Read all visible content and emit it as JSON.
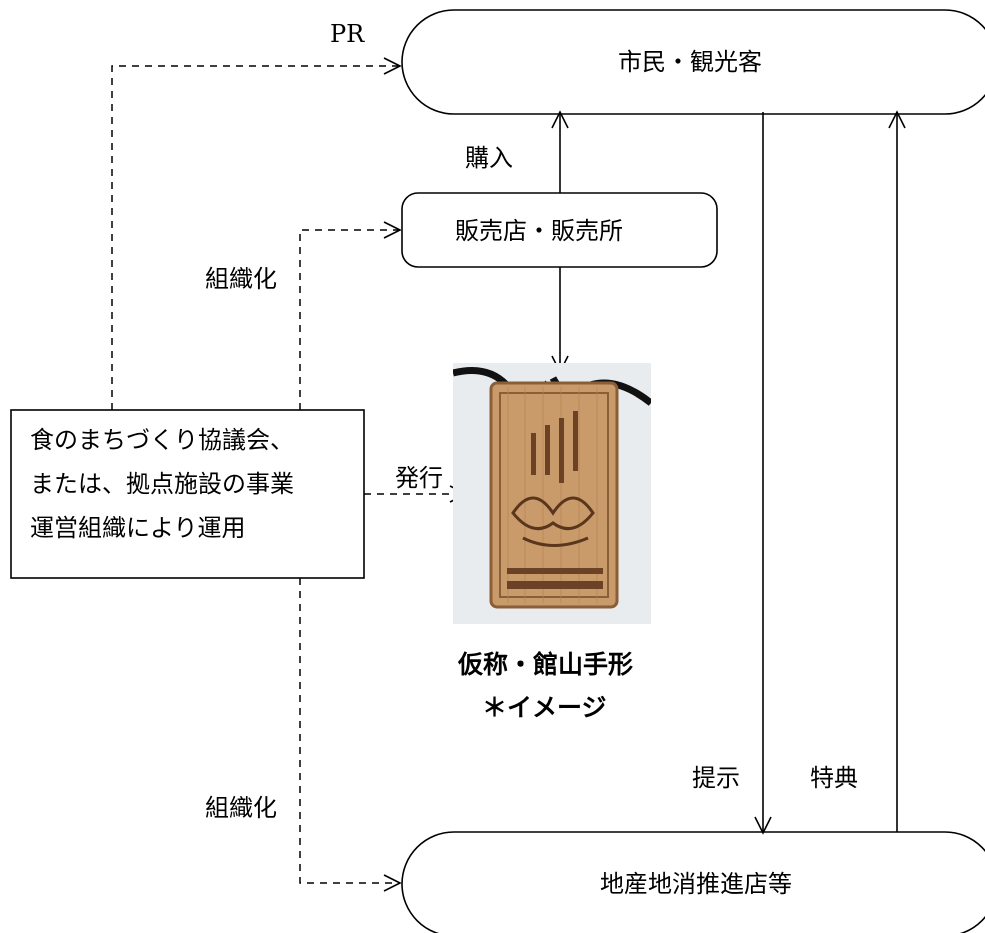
{
  "nodes": {
    "citizens": "市民・観光客",
    "store": "販売店・販売所",
    "local_stores": "地産地消推進店等",
    "organizer_lines": [
      "食のまちづくり協議会、",
      "または、拠点施設の事業",
      "運営組織により運用"
    ]
  },
  "edges": {
    "pr": "PR",
    "purchase": "購入",
    "organize_top": "組織化",
    "issue": "発行",
    "organize_bottom": "組織化",
    "present": "提示",
    "benefit": "特典"
  },
  "caption": {
    "line1": "仮称・館山手形",
    "line2": "＊イメージ"
  },
  "image": {
    "description_icon": "wooden-tag-photo"
  }
}
